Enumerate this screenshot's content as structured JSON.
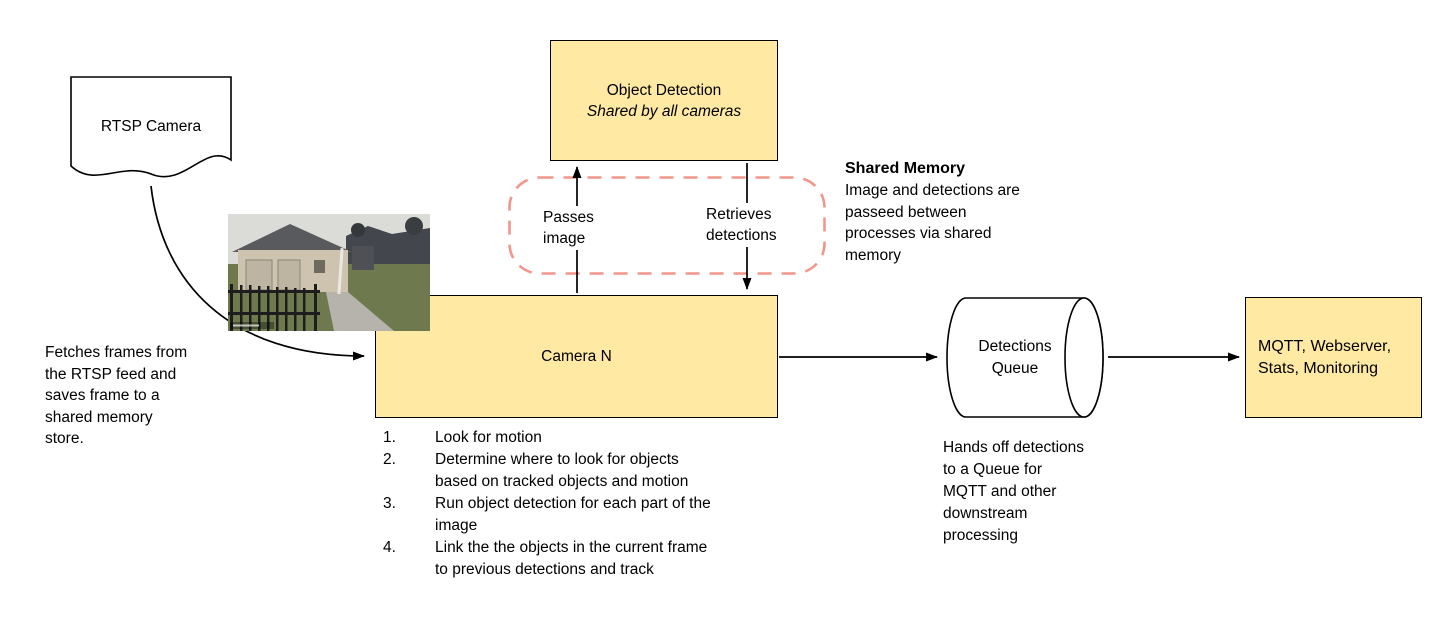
{
  "colors": {
    "box_fill": "#ffe9a3",
    "box_border": "#000000",
    "shared_region_border": "#f0968a",
    "arrow": "#000000"
  },
  "rtsp": {
    "label": "RTSP Camera",
    "note": "Fetches frames from\nthe RTSP feed and\nsaves frame to a\nshared memory\nstore."
  },
  "object_detection": {
    "title": "Object Detection",
    "subtitle": "Shared by all cameras"
  },
  "shared_memory": {
    "title": "Shared Memory",
    "body": "Image and detections are\npasseed between\nprocesses via shared\nmemory"
  },
  "edges": {
    "passes_image": "Passes\nimage",
    "retrieves_detections": "Retrieves\ndetections"
  },
  "camera": {
    "label": "Camera N",
    "steps": [
      {
        "n": "1.",
        "text": "Look for motion"
      },
      {
        "n": "2.",
        "text": "Determine where to look for objects\nbased on tracked objects and motion"
      },
      {
        "n": "3.",
        "text": "Run object detection for each part of the\nimage"
      },
      {
        "n": "4.",
        "text": "Link the the objects in the current frame\nto previous detections and track"
      }
    ]
  },
  "queue": {
    "label": "Detections\nQueue",
    "note": "Hands off detections\nto a Queue for\nMQTT and other\ndownstream\nprocessing"
  },
  "mqtt": {
    "label": "MQTT, Webserver,\nStats, Monitoring"
  }
}
